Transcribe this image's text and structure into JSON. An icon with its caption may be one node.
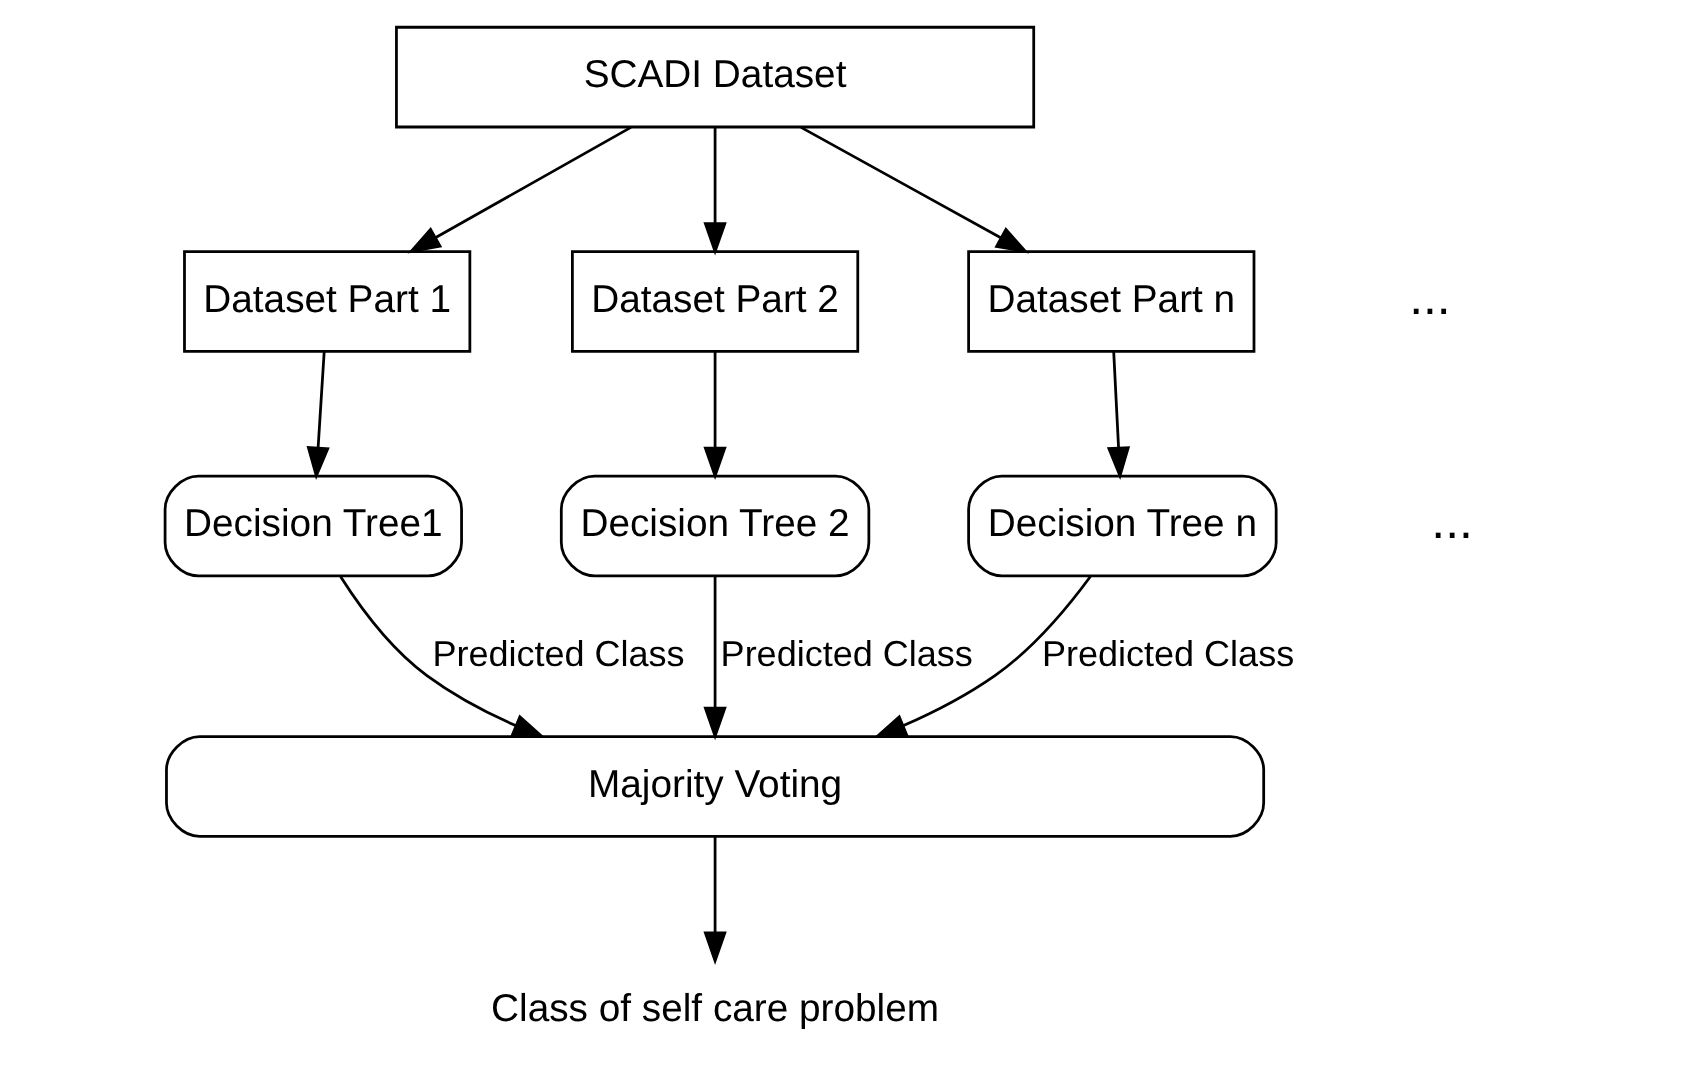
{
  "diagram": {
    "nodes": [
      {
        "text": [
          "SCADI Dataset"
        ]
      },
      {
        "text": [
          "Dataset Part 1"
        ]
      },
      {
        "text": [
          "Dataset Part 2"
        ]
      },
      {
        "text": [
          "Dataset Part n"
        ]
      },
      {
        "text": [
          "Decision Tree1"
        ]
      },
      {
        "text": [
          "Decision Tree 2"
        ]
      },
      {
        "text": [
          "Decision Tree n"
        ]
      },
      {
        "text": [
          "Majority Voting"
        ]
      },
      {
        "text": [
          "Class of self care problem"
        ]
      }
    ],
    "edges": [
      {
        "from": 0,
        "to": 1,
        "arrow": "to"
      },
      {
        "from": 0,
        "to": 2,
        "arrow": "to"
      },
      {
        "from": 0,
        "to": 3,
        "arrow": "to"
      },
      {
        "from": 1,
        "to": 4,
        "arrow": "to"
      },
      {
        "from": 2,
        "to": 5,
        "arrow": "to"
      },
      {
        "from": 3,
        "to": 6,
        "arrow": "to"
      },
      {
        "from": 4,
        "to": 7,
        "arrow": "to",
        "label": "Predicted Class"
      },
      {
        "from": 5,
        "to": 7,
        "arrow": "to",
        "label": "Predicted Class"
      },
      {
        "from": 6,
        "to": 7,
        "arrow": "to",
        "label": "Predicted Class"
      },
      {
        "from": 7,
        "to": 8,
        "arrow": "to"
      }
    ],
    "labels": [
      "...",
      "..."
    ]
  }
}
